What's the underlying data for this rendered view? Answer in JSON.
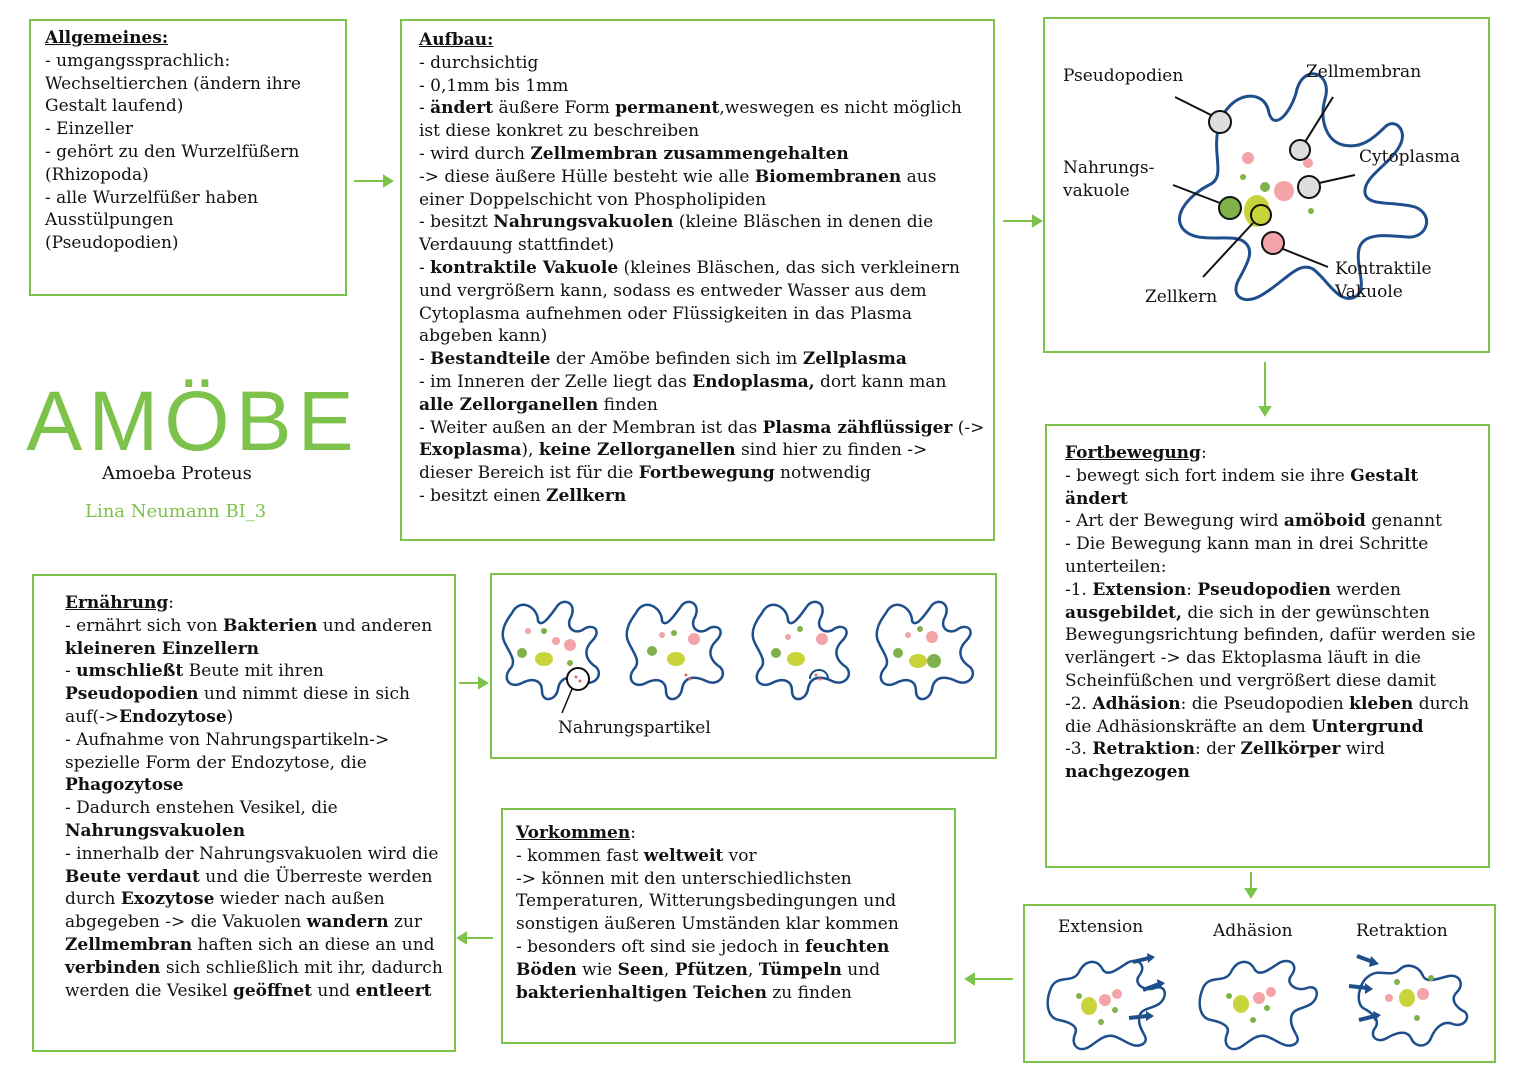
{
  "allgemeines": {
    "heading": "Allgemeines:",
    "lines": [
      "- umgangssprachlich:",
      "Wechseltierchen (ändern ihre",
      "Gestalt laufend)",
      "- Einzeller",
      "- gehört zu den Wurzelfüßern",
      "(Rhizopoda)",
      "-  alle Wurzelfüßer haben",
      "Ausstülpungen",
      "(Pseudopodien)"
    ]
  },
  "title": {
    "main": "AMÖBE",
    "subtitle": "Amoeba Proteus",
    "author": "Lina Neumann BI_3"
  },
  "aufbau": {
    "heading": "Aufbau:",
    "s1": "- durchsichtig",
    "s2": "- 0,1mm bis 1mm",
    "s3a": "- ",
    "s3b": "ändert",
    "s3c": " äußere Form ",
    "s3d": "permanent",
    "s3e": ",weswegen es nicht möglich ist diese konkret zu beschreiben",
    "s4a": "- wird durch ",
    "s4b": "Zellmembran zusammengehalten",
    "s5a": "-> diese äußere Hülle besteht wie alle ",
    "s5b": "Biomembranen",
    "s5c": " aus einer Doppelschicht von Phospholipiden",
    "s6a": "- besitzt ",
    "s6b": "Nahrungsvakuolen",
    "s6c": " (kleine Bläschen in denen die Verdauung stattfindet)",
    "s7a": "- ",
    "s7b": "kontraktile Vakuole",
    "s7c": " (kleines Bläschen, das sich verkleinern und vergrößern kann, sodass es entweder Wasser aus dem Cytoplasma aufnehmen oder Flüssigkeiten in das Plasma abgeben kann)",
    "s8a": "- ",
    "s8b": "Bestandteile",
    "s8c": " der Amöbe befinden sich im ",
    "s8d": "Zellplasma",
    "s9a": "- im Inneren der Zelle liegt das ",
    "s9b": "Endoplasma,",
    "s9c": " dort kann man ",
    "s9d": "alle Zellorganellen",
    "s9e": " finden",
    "s10a": "- Weiter außen an der Membran ist das ",
    "s10b": "Plasma zähflüssiger",
    "s10c": " (-> ",
    "s10d": "Exoplasma",
    "s10e": "), ",
    "s10f": "keine Zellorganellen",
    "s10g": " sind hier zu finden -> dieser Bereich ist für die ",
    "s10h": "Fortbewegung",
    "s10i": " notwendig",
    "s11a": "- besitzt einen ",
    "s11b": "Zellkern"
  },
  "diagram": {
    "pseudopodien": "Pseudopodien",
    "zellmembran": "Zellmembran",
    "cytoplasma": "Cytoplasma",
    "nahrungs1": "Nahrungs-",
    "nahrungs2": "vakuole",
    "zellkern": "Zellkern",
    "kontraktile1": "Kontraktile",
    "kontraktile2": "Vakuole"
  },
  "fortbewegung": {
    "heading": "Fortbewegung",
    "colon": ":",
    "f1a": "- bewegt sich fort indem sie ihre ",
    "f1b": "Gestalt ändert",
    "f2a": "- Art der Bewegung wird ",
    "f2b": "amöboid",
    "f2c": " genannt",
    "f3": "- Die Bewegung kann man in drei Schritte unterteilen:",
    "f4a": "-1. ",
    "f4b": "Extension",
    "f4c": ": ",
    "f4d": "Pseudopodien",
    "f4e": " werden ",
    "f4f": "ausgebildet,",
    "f4g": " die sich in der gewünschten Bewegungsrichtung befinden, dafür werden sie verlängert -> das Ektoplasma läuft in die Scheinfüßchen und vergrößert diese damit",
    "f5a": "-2. ",
    "f5b": "Adhäsion",
    "f5c": ": die Pseudopodien ",
    "f5d": "kleben",
    "f5e": " durch die Adhäsionskräfte an dem ",
    "f5f": "Untergrund",
    "f6a": "-3. ",
    "f6b": "Retraktion",
    "f6c": ": der ",
    "f6d": "Zellkörper",
    "f6e": " wird ",
    "f6f": "nachgezogen"
  },
  "ernaehrung": {
    "heading": "Ernährung",
    "colon": ":",
    "e1a": "- ernährt sich von ",
    "e1b": "Bakterien",
    "e1c": " und anderen ",
    "e1d": "kleineren Einzellern",
    "e2a": "- ",
    "e2b": "umschließt",
    "e2c": " Beute mit ihren ",
    "e2d": "Pseudopodien",
    "e2e": " und nimmt diese in sich auf(->",
    "e2f": "Endozytose",
    "e2g": ")",
    "e3a": "- Aufnahme von Nahrungspartikeln-> spezielle Form der Endozytose, die ",
    "e3b": "Phagozytose",
    "e4a": "- Dadurch enstehen Vesikel, die ",
    "e4b": "Nahrungsvakuolen",
    "e5a": "- innerhalb der Nahrungsvakuolen wird die ",
    "e5b": "Beute verdaut",
    "e5c": " und die Überreste werden durch ",
    "e5d": "Exozytose",
    "e5e": " wieder nach außen abgegeben -> die Vakuolen ",
    "e5f": "wandern",
    "e5g": " zur ",
    "e5h": "Zellmembran",
    "e5i": " haften sich an diese an und ",
    "e5j": "verbinden",
    "e5k": " sich schließlich mit ihr, dadurch werden die Vesikel ",
    "e5l": "geöffnet",
    "e5m": " und ",
    "e5n": "entleert"
  },
  "nahrung_box": {
    "label": "Nahrungspartikel"
  },
  "vorkommen": {
    "heading": "Vorkommen",
    "colon": ":",
    "v1a": "- kommen fast ",
    "v1b": "weltweit",
    "v1c": " vor",
    "v2": "-> können mit den unterschiedlichsten Temperaturen, Witterungsbedingungen und sonstigen äußeren Umständen klar kommen",
    "v3a": "- besonders oft sind sie jedoch in ",
    "v3b": "feuchten Böden",
    "v3c": " wie ",
    "v3d": "Seen",
    "v3e": ", ",
    "v3f": "Pfützen",
    "v3g": ", ",
    "v3h": "Tümpeln",
    "v3i": " und ",
    "v3j": "bakterienhaltigen Teichen",
    "v3k": " zu finden"
  },
  "steps": {
    "extension": "Extension",
    "adhaesion": "Adhäsion",
    "retraktion": "Retraktion"
  },
  "colors": {
    "frame": "#7dc34b",
    "membrane": "#1e4f8c",
    "nucleus": "#c9d43a",
    "vacuole_green": "#7fb24a",
    "pink": "#f4a3a8",
    "title_green": "#7dc34b"
  }
}
